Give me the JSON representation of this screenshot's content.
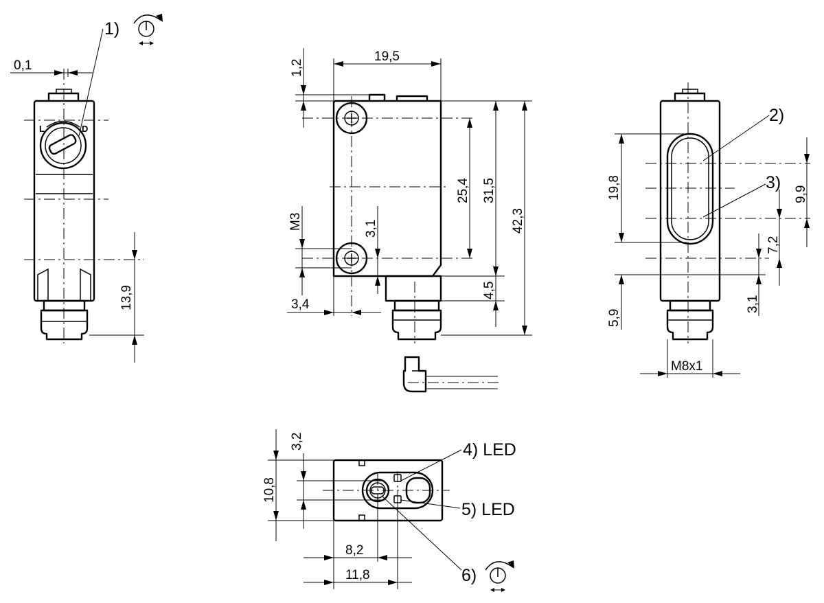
{
  "callouts": {
    "c1": "1)",
    "c2": "2)",
    "c3": "3)",
    "c4": "4) LED",
    "c5": "5) LED",
    "c6": "6)"
  },
  "side_view": {
    "gap": "0,1",
    "height_lower": "13,9",
    "pot_letters": [
      "L",
      "D"
    ]
  },
  "front_view": {
    "top_offset": "1,2",
    "width": "19,5",
    "hole_spacing": "25,4",
    "body_height": "31,5",
    "total_height": "42,3",
    "thread": "M3",
    "hole_to_bottom": "3,1",
    "bottom_step": "4,5",
    "hole_to_edge": "3,4"
  },
  "right_view": {
    "window_height": "19,8",
    "optical_axis": "9,9",
    "axis_to_hole": "7,2",
    "hole_to_bottom": "3,1",
    "bottom": "5,9",
    "connector_thread": "M8x1"
  },
  "top_view": {
    "top_offset": "3,2",
    "depth": "10,8",
    "pot_offset": "8,2",
    "led_offset": "11,8"
  },
  "icons": [
    "potentiometer-icon",
    "potentiometer-icon"
  ]
}
